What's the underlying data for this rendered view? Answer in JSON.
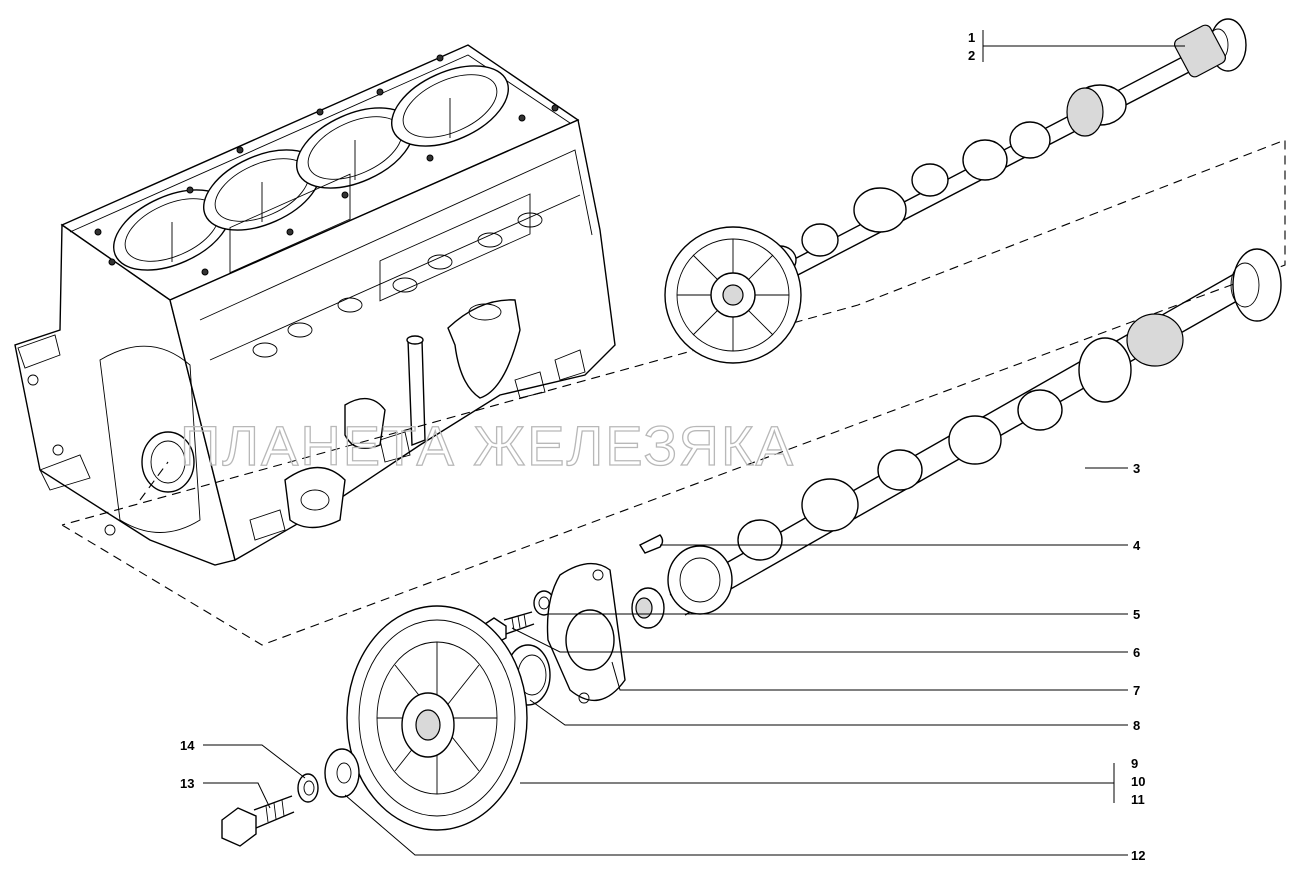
{
  "watermark": "ПЛАНЕТА ЖЕЛЕЗЯКА",
  "callouts": {
    "c1": "1",
    "c2": "2",
    "c3": "3",
    "c4": "4",
    "c5": "5",
    "c6": "6",
    "c7": "7",
    "c8": "8",
    "c9": "9",
    "c10": "10",
    "c11": "11",
    "c12": "12",
    "c13": "13",
    "c14": "14"
  },
  "colors": {
    "line": "#000000",
    "background": "#ffffff",
    "watermark": "#b8b8b8",
    "shade": "#d9d9d9"
  }
}
